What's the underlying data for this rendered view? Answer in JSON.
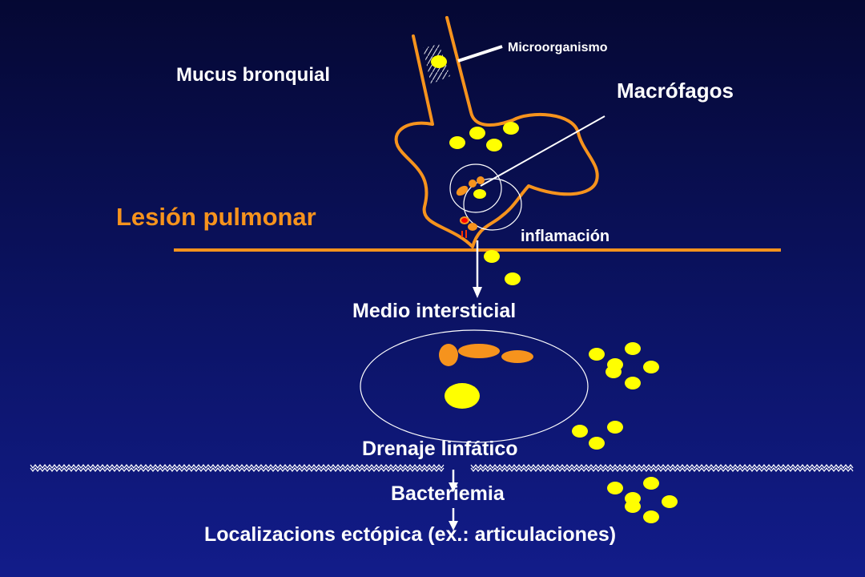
{
  "labels": {
    "microorganismo": "Microorganismo",
    "mucus": "Mucus bronquial",
    "macrofagos": "Macrófagos",
    "lesion": "Lesión pulmonar",
    "inflamacion": "inflamación",
    "medio": "Medio intersticial",
    "drenaje": "Drenaje linfático",
    "bacteriemia": "Bacteriemia",
    "localizacion": "Localizacions ectópica (ex.: articulaciones)"
  },
  "colors": {
    "background": "#0a1060",
    "orange": "#f6931d",
    "yellow": "#ffff00",
    "line": "#ffffff"
  }
}
